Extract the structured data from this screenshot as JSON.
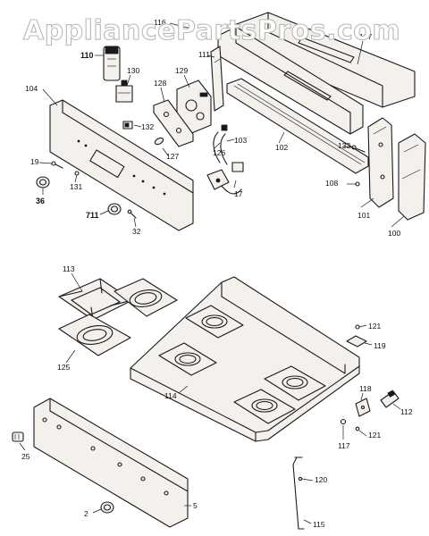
{
  "watermark": "AppliancePartsPros.com",
  "callouts": {
    "c110": "110",
    "c116": "116",
    "c104": "104",
    "c107": "107",
    "c130": "130",
    "c129": "129",
    "c128": "128",
    "c111": "111",
    "c132": "132",
    "c127": "127",
    "c126": "126",
    "c103": "103",
    "c102": "102",
    "c133": "133",
    "c108": "108",
    "c117": "17",
    "c101": "101",
    "c100": "100",
    "c19": "19",
    "c131": "131",
    "c36": "36",
    "c711": "711",
    "c32": "32",
    "c113": "113",
    "c125": "125",
    "c121a": "121",
    "c119": "119",
    "c118": "118",
    "c112": "112",
    "c114": "114",
    "c117b": "117",
    "c121b": "121",
    "c120": "120",
    "c25": "25",
    "c5": "5",
    "c115": "115",
    "c2": "2"
  }
}
